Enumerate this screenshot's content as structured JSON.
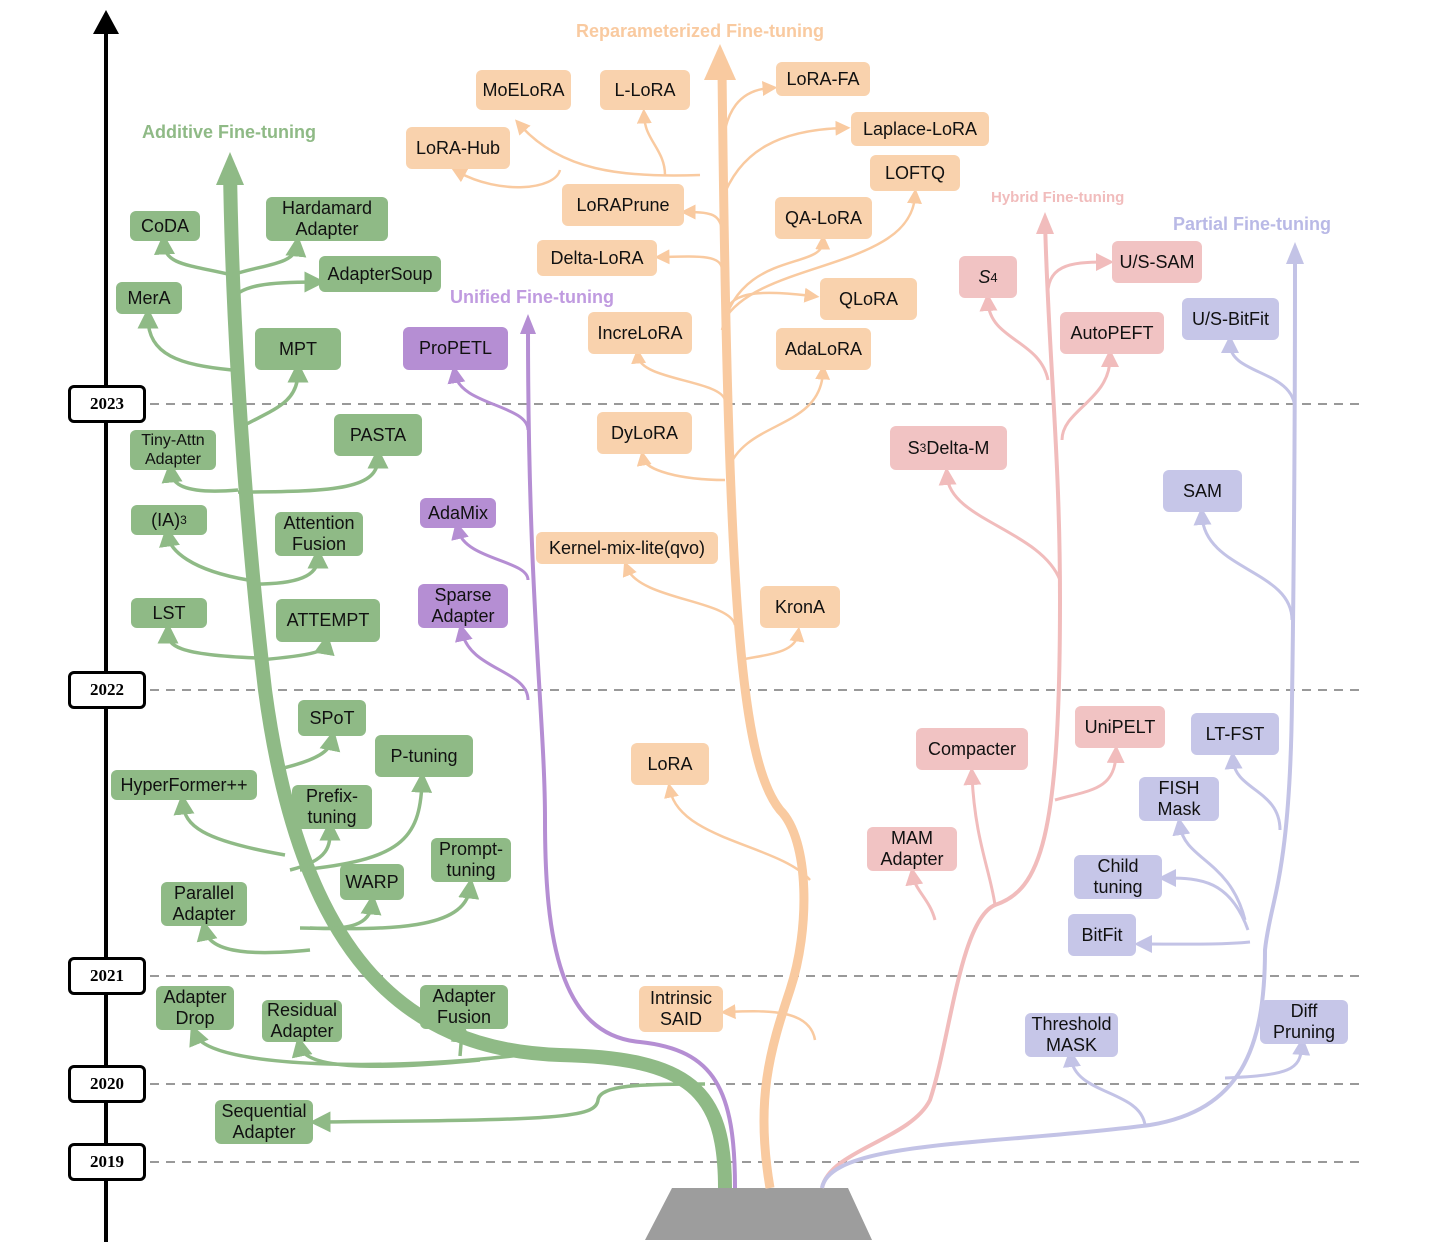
{
  "branches": {
    "additive": {
      "title": "Additive Fine-tuning",
      "color": "#8fba86"
    },
    "reparam": {
      "title": "Reparameterized Fine-tuning",
      "color": "#f9caa0"
    },
    "unified": {
      "title": "Unified Fine-tuning",
      "color": "#b58ed3"
    },
    "hybrid": {
      "title": "Hybrid Fine-tuning",
      "color": "#f1bcbc"
    },
    "partial": {
      "title": "Partial Fine-tuning",
      "color": "#c3c3e6"
    }
  },
  "years": [
    "2019",
    "2020",
    "2021",
    "2022",
    "2023"
  ],
  "nodes": {
    "coda": "CoDA",
    "hardamard": "Hardamard\nAdapter",
    "adaptersoup": "AdapterSoup",
    "mera": "MerA",
    "mpt": "MPT",
    "tinyattn": "Tiny-Attn\nAdapter",
    "pasta": "PASTA",
    "ia3": "(IA)",
    "ia3_sup": "3",
    "attnfusion": "Attention\nFusion",
    "lst": "LST",
    "attempt": "ATTEMPT",
    "spot": "SPoT",
    "ptuning": "P-tuning",
    "hyperformer": "HyperFormer++",
    "prefix": "Prefix-\ntuning",
    "prompt": "Prompt-\ntuning",
    "warp": "WARP",
    "parallel": "Parallel\nAdapter",
    "adrop": "Adapter\nDrop",
    "residual": "Residual\nAdapter",
    "afusion": "Adapter\nFusion",
    "sequential": "Sequential\nAdapter",
    "propetl": "ProPETL",
    "adamix": "AdaMix",
    "sparse": "Sparse\nAdapter",
    "moelora": "MoELoRA",
    "llora": "L-LoRA",
    "lorafa": "LoRA-FA",
    "lorahub": "LoRA-Hub",
    "laplace": "Laplace-LoRA",
    "loftq": "LOFTQ",
    "loraprune": "LoRAPrune",
    "qalora": "QA-LoRA",
    "deltalora": "Delta-LoRA",
    "qlora": "QLoRA",
    "increlora": "IncreLoRA",
    "adalora": "AdaLoRA",
    "dylora": "DyLoRA",
    "kernel": "Kernel-mix-lite(qvo)",
    "krona": "KronA",
    "lora": "LoRA",
    "said": "Intrinsic\nSAID",
    "s4": "S",
    "s4_sub": "4",
    "autopeft": "AutoPEFT",
    "ussam_hybrid": "U/S-SAM",
    "s3_sup": "3",
    "s3delta": "Delta-M",
    "s3_prefix": "S",
    "compacter": "Compacter",
    "unipelt": "UniPELT",
    "mam": "MAM\nAdapter",
    "usbitfit": "U/S-BitFit",
    "sam": "SAM",
    "ltfst": "LT-FST",
    "fish": "FISH\nMask",
    "child": "Child\ntuning",
    "bitfit": "BitFit",
    "threshold": "Threshold\nMASK",
    "diff": "Diff\nPruning"
  }
}
